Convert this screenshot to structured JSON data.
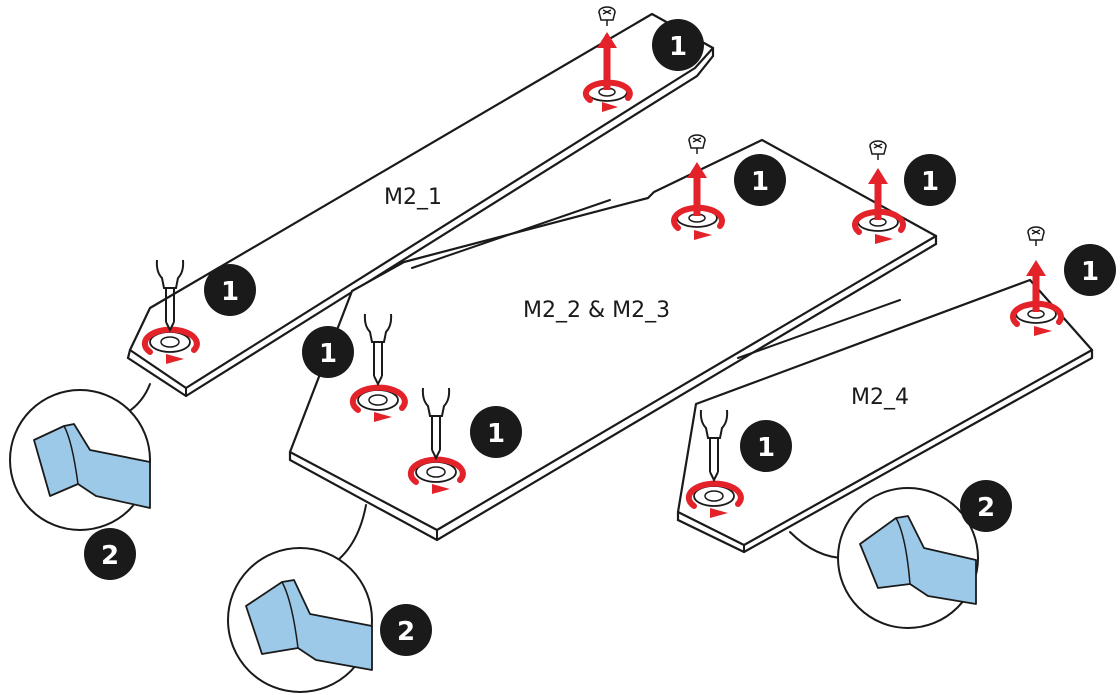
{
  "labels": {
    "slot_m2_1": "M2_1",
    "slot_m2_2_3": "M2_2 & M2_3",
    "slot_m2_4": "M2_4"
  },
  "steps": {
    "remove_screw": "1",
    "remove_film": "2"
  },
  "colors": {
    "accent": "#e3222a",
    "tape": "#9cc9e8",
    "badge": "#1a1a1a"
  }
}
